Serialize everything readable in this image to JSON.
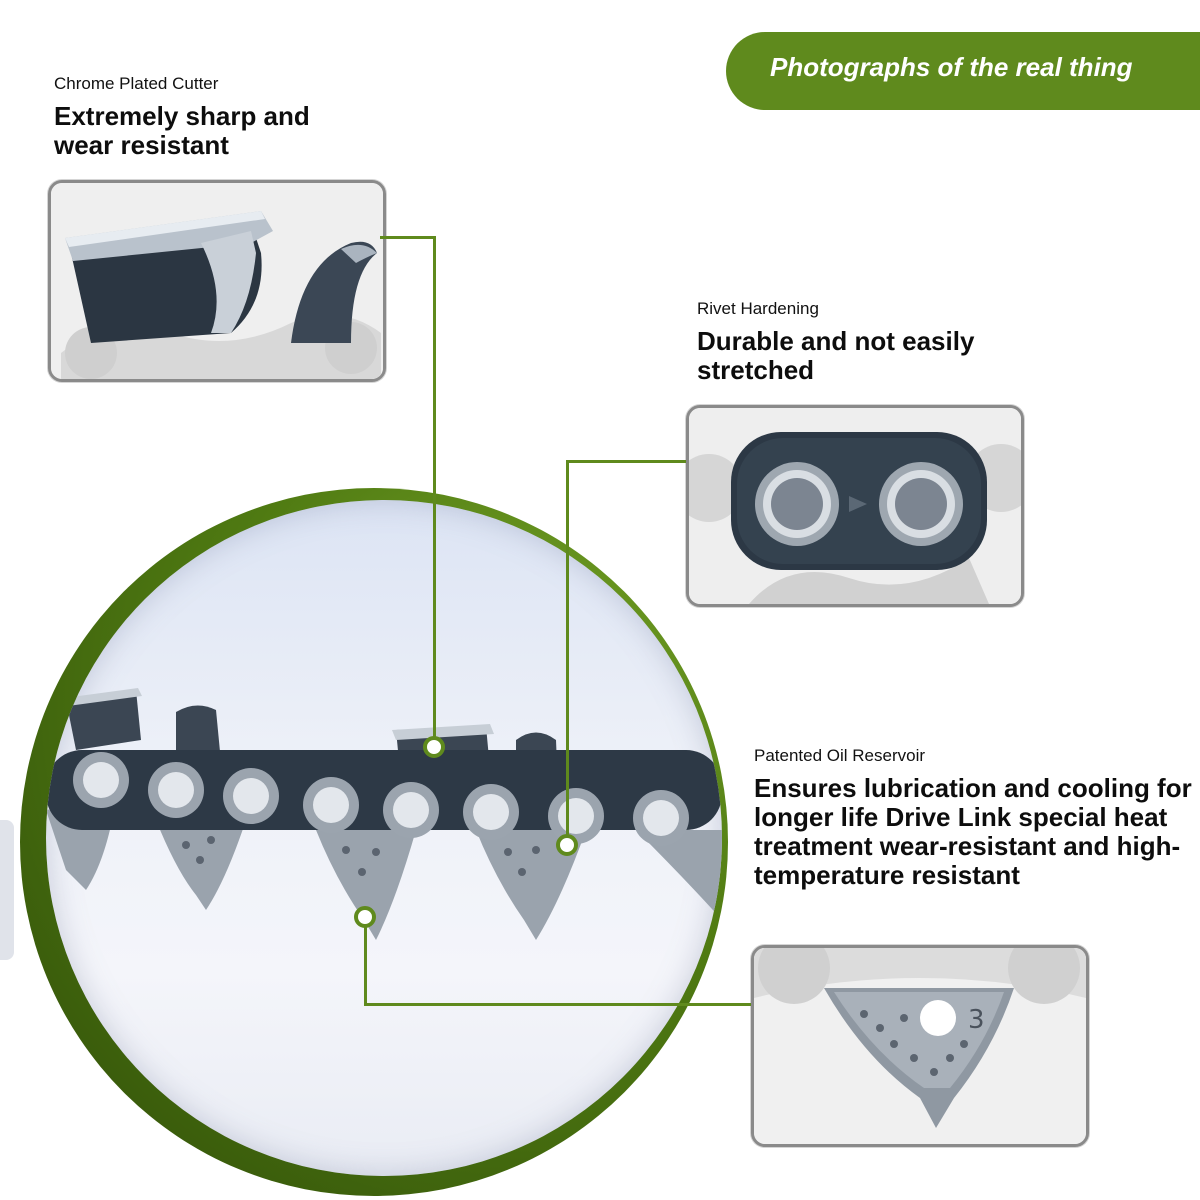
{
  "banner": {
    "text": "Photographs of the real thing"
  },
  "features": [
    {
      "label": "Chrome Plated Cutter",
      "headline": "Extremely sharp and wear resistant"
    },
    {
      "label": "Rivet Hardening",
      "headline": "Durable and not easily stretched"
    },
    {
      "label": "Patented Oil Reservoir",
      "headline": "Ensures lubrication and cooling for longer life Drive Link special heat treatment wear-resistant and high-temperature resistant"
    }
  ],
  "colors": {
    "accent": "#5f8a1d",
    "border": "#8a8a8a",
    "text": "#111111"
  },
  "icons": [
    "cutter-photo",
    "rivet-photo",
    "drive-link-photo",
    "chain-photo"
  ]
}
